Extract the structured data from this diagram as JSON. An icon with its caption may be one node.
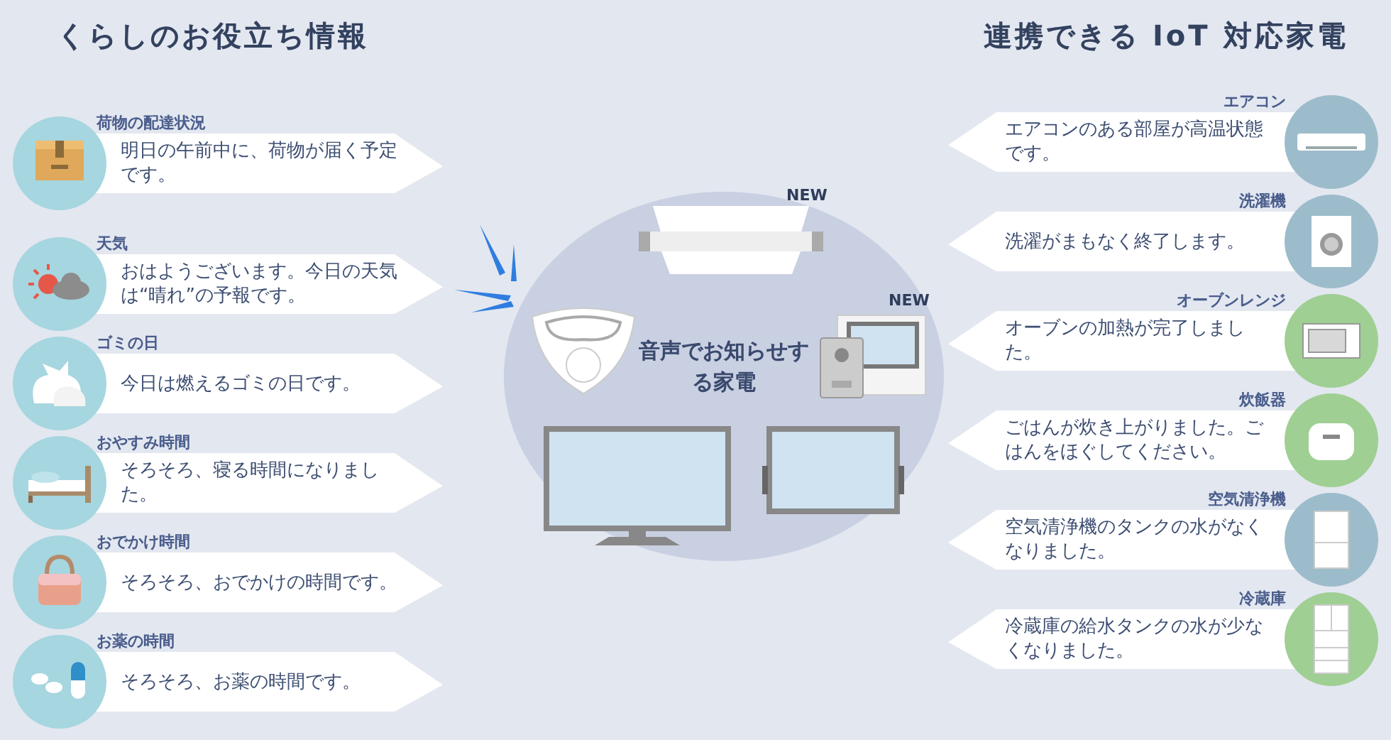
{
  "diagram": {
    "nodes": [
      {
        "text": [
          "荷物の配達状況",
          "明日の午前中に、荷物が届く予定です。"
        ]
      },
      {
        "text": [
          "天気",
          "おはようございます。今日の天気は“晴れ”の予報です。"
        ]
      },
      {
        "text": [
          "ゴミの日",
          "今日は燃えるゴミの日です。"
        ]
      },
      {
        "text": [
          "おやすみ時間",
          "そろそろ、寝る時間になりました。"
        ]
      },
      {
        "text": [
          "おでかけ時間",
          "そろそろ、おでかけの時間です。"
        ]
      },
      {
        "text": [
          "お薬の時間",
          "そろそろ、お薬の時間です。"
        ]
      },
      {
        "text": [
          "音声でお知らせする家電"
        ]
      },
      {
        "text": [
          "エアコン",
          "エアコンのある部屋が高温状態です。"
        ]
      },
      {
        "text": [
          "洗濯機",
          "洗濯がまもなく終了します。"
        ]
      },
      {
        "text": [
          "オーブンレンジ",
          "オーブンの加熱が完了しました。"
        ]
      },
      {
        "text": [
          "炊飯器",
          "ごはんが炊き上がりました。ごはんをほぐしてください。"
        ]
      },
      {
        "text": [
          "空気清浄機",
          "空気清浄機のタンクの水がなくなりました。"
        ]
      },
      {
        "text": [
          "冷蔵庫",
          "冷蔵庫の給水タンクの水が少なくなりました。"
        ]
      }
    ],
    "labels": [
      "くらしのお役立ち情報",
      "連携できる IoT 対応家電",
      "NEW",
      "NEW"
    ]
  }
}
